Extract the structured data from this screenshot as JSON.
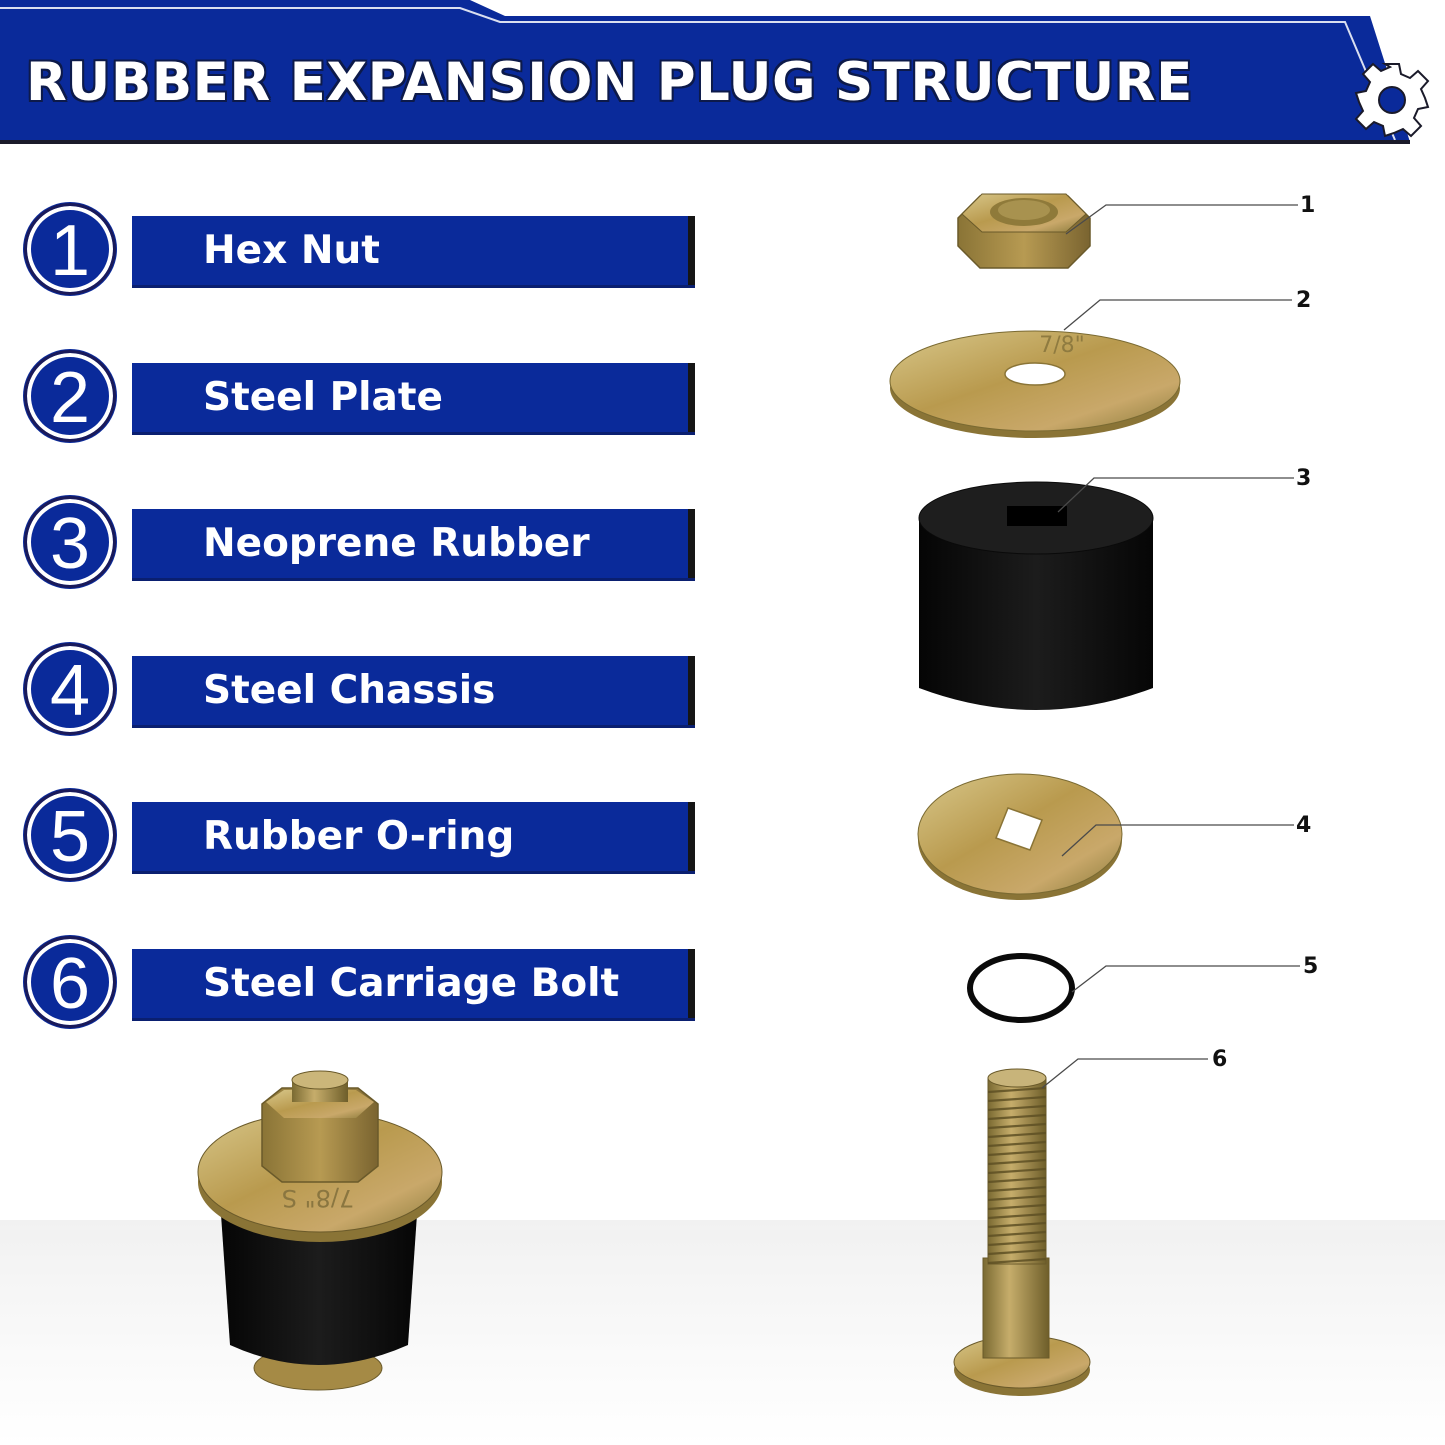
{
  "header": {
    "title": "RUBBER EXPANSION PLUG STRUCTURE",
    "accent_color": "#0a2a9a",
    "icon": "gear-icon"
  },
  "legend": {
    "items": [
      {
        "number": "1",
        "label": "Hex Nut"
      },
      {
        "number": "2",
        "label": "Steel Plate"
      },
      {
        "number": "3",
        "label": "Neoprene Rubber"
      },
      {
        "number": "4",
        "label": "Steel Chassis"
      },
      {
        "number": "5",
        "label": "Rubber O-ring"
      },
      {
        "number": "6",
        "label": "Steel Carriage Bolt"
      }
    ]
  },
  "diagram": {
    "callouts": [
      "1",
      "2",
      "3",
      "4",
      "5",
      "6"
    ],
    "plate_marking": "7/8\"",
    "assembled_marking": "7/8\" S"
  }
}
